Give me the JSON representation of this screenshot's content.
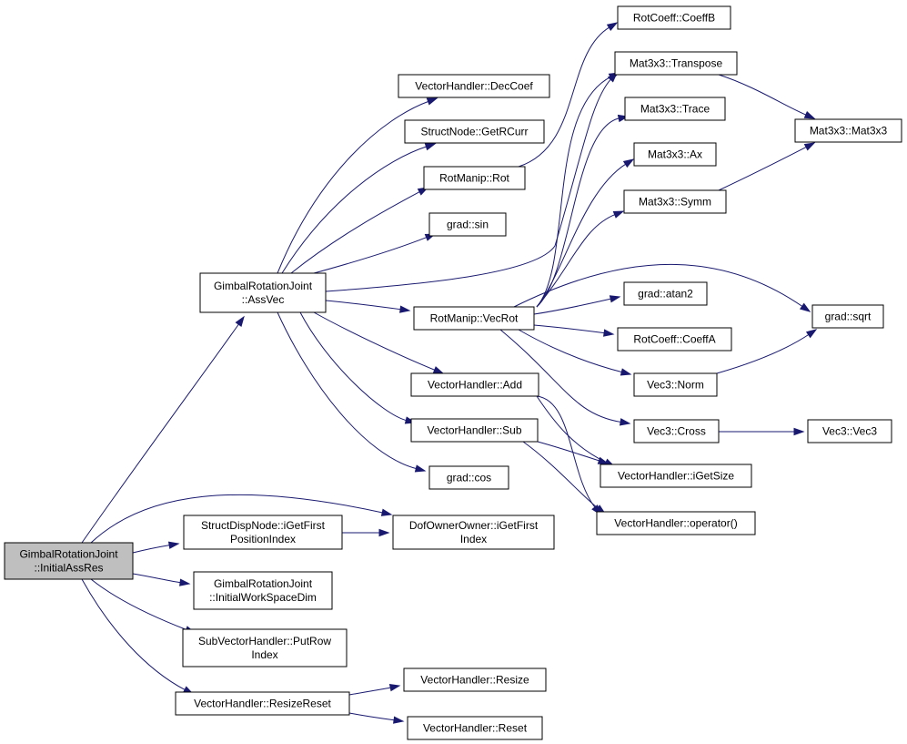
{
  "diagram": {
    "edge_color": "#191970",
    "root_fill": "#bfbfbf",
    "node_fill": "#ffffff",
    "nodes": [
      {
        "id": "root",
        "lines": [
          "GimbalRotationJoint",
          "::InitialAssRes"
        ]
      },
      {
        "id": "assvec",
        "lines": [
          "GimbalRotationJoint",
          "::AssVec"
        ]
      },
      {
        "id": "structdisp",
        "lines": [
          "StructDispNode::iGetFirst",
          "PositionIndex"
        ]
      },
      {
        "id": "dofowner",
        "lines": [
          "DofOwnerOwner::iGetFirst",
          "Index"
        ]
      },
      {
        "id": "initws",
        "lines": [
          "GimbalRotationJoint",
          "::InitialWorkSpaceDim"
        ]
      },
      {
        "id": "subvec",
        "lines": [
          "SubVectorHandler::PutRow",
          "Index"
        ]
      },
      {
        "id": "resizereset",
        "lines": [
          "VectorHandler::ResizeReset"
        ]
      },
      {
        "id": "resize",
        "lines": [
          "VectorHandler::Resize"
        ]
      },
      {
        "id": "reset",
        "lines": [
          "VectorHandler::Reset"
        ]
      },
      {
        "id": "deccoef",
        "lines": [
          "VectorHandler::DecCoef"
        ]
      },
      {
        "id": "getrcurr",
        "lines": [
          "StructNode::GetRCurr"
        ]
      },
      {
        "id": "rot",
        "lines": [
          "RotManip::Rot"
        ]
      },
      {
        "id": "sin",
        "lines": [
          "grad::sin"
        ]
      },
      {
        "id": "vecrot",
        "lines": [
          "RotManip::VecRot"
        ]
      },
      {
        "id": "add",
        "lines": [
          "VectorHandler::Add"
        ]
      },
      {
        "id": "sub",
        "lines": [
          "VectorHandler::Sub"
        ]
      },
      {
        "id": "cos",
        "lines": [
          "grad::cos"
        ]
      },
      {
        "id": "coeffb",
        "lines": [
          "RotCoeff::CoeffB"
        ]
      },
      {
        "id": "transpose",
        "lines": [
          "Mat3x3::Transpose"
        ]
      },
      {
        "id": "trace",
        "lines": [
          "Mat3x3::Trace"
        ]
      },
      {
        "id": "ax",
        "lines": [
          "Mat3x3::Ax"
        ]
      },
      {
        "id": "symm",
        "lines": [
          "Mat3x3::Symm"
        ]
      },
      {
        "id": "atan2",
        "lines": [
          "grad::atan2"
        ]
      },
      {
        "id": "coeffa",
        "lines": [
          "RotCoeff::CoeffA"
        ]
      },
      {
        "id": "norm",
        "lines": [
          "Vec3::Norm"
        ]
      },
      {
        "id": "cross",
        "lines": [
          "Vec3::Cross"
        ]
      },
      {
        "id": "igetsize",
        "lines": [
          "VectorHandler::iGetSize"
        ]
      },
      {
        "id": "operator",
        "lines": [
          "VectorHandler::operator()"
        ]
      },
      {
        "id": "mat3x3",
        "lines": [
          "Mat3x3::Mat3x3"
        ]
      },
      {
        "id": "sqrt",
        "lines": [
          "grad::sqrt"
        ]
      },
      {
        "id": "vec3",
        "lines": [
          "Vec3::Vec3"
        ]
      }
    ],
    "edges": [
      [
        "root",
        "assvec"
      ],
      [
        "root",
        "structdisp"
      ],
      [
        "root",
        "dofowner"
      ],
      [
        "root",
        "initws"
      ],
      [
        "root",
        "subvec"
      ],
      [
        "root",
        "resizereset"
      ],
      [
        "structdisp",
        "dofowner"
      ],
      [
        "resizereset",
        "resize"
      ],
      [
        "resizereset",
        "reset"
      ],
      [
        "assvec",
        "deccoef"
      ],
      [
        "assvec",
        "getrcurr"
      ],
      [
        "assvec",
        "rot"
      ],
      [
        "assvec",
        "sin"
      ],
      [
        "assvec",
        "vecrot"
      ],
      [
        "assvec",
        "add"
      ],
      [
        "assvec",
        "sub"
      ],
      [
        "assvec",
        "cos"
      ],
      [
        "assvec",
        "transpose"
      ],
      [
        "rot",
        "coeffb"
      ],
      [
        "vecrot",
        "transpose"
      ],
      [
        "vecrot",
        "trace"
      ],
      [
        "vecrot",
        "ax"
      ],
      [
        "vecrot",
        "symm"
      ],
      [
        "vecrot",
        "atan2"
      ],
      [
        "vecrot",
        "coeffa"
      ],
      [
        "vecrot",
        "norm"
      ],
      [
        "vecrot",
        "cross"
      ],
      [
        "vecrot",
        "sqrt"
      ],
      [
        "transpose",
        "mat3x3"
      ],
      [
        "symm",
        "mat3x3"
      ],
      [
        "norm",
        "sqrt"
      ],
      [
        "cross",
        "vec3"
      ],
      [
        "add",
        "igetsize"
      ],
      [
        "add",
        "operator"
      ],
      [
        "sub",
        "igetsize"
      ],
      [
        "sub",
        "operator"
      ]
    ]
  }
}
